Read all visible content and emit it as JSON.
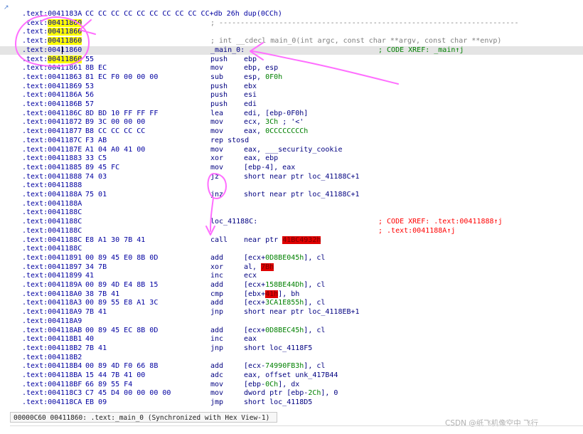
{
  "colors": {
    "annotation": "#ff6eff",
    "highlight": "#ffff00",
    "red_badge": "#e00000"
  },
  "lines": [
    {
      "addr": ".text:0041183A",
      "bytes": "CC CC CC CC CC CC CC CC CC CC+db 26h dup(0CCh)"
    },
    {
      "addr_pre": ".text:",
      "addr_hl": "00411860",
      "cmt": ";",
      "dashes": true
    },
    {
      "addr_pre": ".text:",
      "addr_hl": "00411860"
    },
    {
      "addr_pre": ".text:",
      "addr_hl": "00411860",
      "cmt": "; int __cdecl main_0(int argc, const char **argv, const char **envp)"
    },
    {
      "addr": ".text:00411860",
      "label": "_main_0:",
      "xref": "; CODE XREF: _main↑j",
      "xref_green": true,
      "highlight": true,
      "cursor": true
    },
    {
      "addr_pre": ".text:",
      "addr_hl": "00411860",
      "bytes": "55",
      "mnem": "push",
      "ops": "ebp"
    },
    {
      "addr": ".text:00411861",
      "bytes": "8B EC",
      "mnem": "mov",
      "ops": "ebp, esp"
    },
    {
      "addr": ".text:00411863",
      "bytes": "81 EC F0 00 00 00",
      "mnem": "sub",
      "ops": "esp, ",
      "ops_n": "0F0h"
    },
    {
      "addr": ".text:00411869",
      "bytes": "53",
      "mnem": "push",
      "ops": "ebx"
    },
    {
      "addr": ".text:0041186A",
      "bytes": "56",
      "mnem": "push",
      "ops": "esi"
    },
    {
      "addr": ".text:0041186B",
      "bytes": "57",
      "mnem": "push",
      "ops": "edi"
    },
    {
      "addr": ".text:0041186C",
      "bytes": "8D BD 10 FF FF FF",
      "mnem": "lea",
      "ops": "edi, [ebp-0F0h]"
    },
    {
      "addr": ".text:00411872",
      "bytes": "B9 3C 00 00 00",
      "mnem": "mov",
      "ops": "ecx, ",
      "ops_n": "3Ch",
      "ops_tail": " ; '<'"
    },
    {
      "addr": ".text:00411877",
      "bytes": "B8 CC CC CC CC",
      "mnem": "mov",
      "ops": "eax, ",
      "ops_n": "0CCCCCCCCh"
    },
    {
      "addr": ".text:0041187C",
      "bytes": "F3 AB",
      "mnem": "rep stosd",
      "ops": ""
    },
    {
      "addr": ".text:0041187E",
      "bytes": "A1 04 A0 41 00",
      "mnem": "mov",
      "ops": "eax, ___security_cookie"
    },
    {
      "addr": ".text:00411883",
      "bytes": "33 C5",
      "mnem": "xor",
      "ops": "eax, ebp"
    },
    {
      "addr": ".text:00411885",
      "bytes": "89 45 FC",
      "mnem": "mov",
      "ops": "[ebp-4], eax"
    },
    {
      "addr": ".text:00411888",
      "bytes": "74 03",
      "mnem": "jz",
      "ops": "short near ptr loc_41188C+1"
    },
    {
      "addr": ".text:00411888"
    },
    {
      "addr": ".text:0041188A",
      "bytes": "75 01",
      "mnem": "jnz",
      "ops": "short near ptr loc_41188C+1"
    },
    {
      "addr": ".text:0041188A"
    },
    {
      "addr": ".text:0041188C"
    },
    {
      "addr": ".text:0041188C",
      "label": "loc_41188C:",
      "xref": "; CODE XREF: .text:00411888↑j"
    },
    {
      "addr": ".text:0041188C",
      "xref": "; .text:0041188A↑j"
    },
    {
      "addr": ".text:0041188C",
      "bytes": "E8 A1 30 7B 41",
      "mnem": "call",
      "ops": "near ptr ",
      "ops_r": "41BC4932h"
    },
    {
      "addr": ".text:0041188C"
    },
    {
      "addr": ".text:00411891",
      "bytes": "00 89 45 E0 8B 0D",
      "mnem": "add",
      "ops": "[ecx+",
      "ops_n": "0D8BE045h",
      "ops_tail": "], cl"
    },
    {
      "addr": ".text:00411897",
      "bytes": "34 7B",
      "mnem": "xor",
      "ops": "al, ",
      "ops_r": "7Bh"
    },
    {
      "addr": ".text:00411899",
      "bytes": "41",
      "mnem": "inc",
      "ops": "ecx"
    },
    {
      "addr": ".text:0041189A",
      "bytes": "00 89 4D E4 8B 15",
      "mnem": "add",
      "ops": "[ecx+",
      "ops_n": "158BE44Dh",
      "ops_tail": "], cl"
    },
    {
      "addr": ".text:004118A0",
      "bytes": "38 7B 41",
      "mnem": "cmp",
      "ops": "[ebx+",
      "ops_r": "41h",
      "ops_tail": "], bh"
    },
    {
      "addr": ".text:004118A3",
      "bytes": "00 89 55 E8 A1 3C",
      "mnem": "add",
      "ops": "[ecx+",
      "ops_n": "3CA1E855h",
      "ops_tail": "], cl"
    },
    {
      "addr": ".text:004118A9",
      "bytes": "7B 41",
      "mnem": "jnp",
      "ops": "short near ptr loc_4118EB+1"
    },
    {
      "addr": ".text:004118A9"
    },
    {
      "addr": ".text:004118AB",
      "bytes": "00 89 45 EC 8B 0D",
      "mnem": "add",
      "ops": "[ecx+",
      "ops_n": "0D8BEC45h",
      "ops_tail": "], cl"
    },
    {
      "addr": ".text:004118B1",
      "bytes": "40",
      "mnem": "inc",
      "ops": "eax"
    },
    {
      "addr": ".text:004118B2",
      "bytes": "7B 41",
      "mnem": "jnp",
      "ops": "short loc_4118F5"
    },
    {
      "addr": ".text:004118B2"
    },
    {
      "addr": ".text:004118B4",
      "bytes": "00 89 4D F0 66 8B",
      "mnem": "add",
      "ops": "[ecx-",
      "ops_n": "74990FB3h",
      "ops_tail": "], cl"
    },
    {
      "addr": ".text:004118BA",
      "bytes": "15 44 7B 41 00",
      "mnem": "adc",
      "ops": "eax, offset unk_417B44"
    },
    {
      "addr": ".text:004118BF",
      "bytes": "66 89 55 F4",
      "mnem": "mov",
      "ops": "[ebp-",
      "ops_n": "0Ch",
      "ops_tail": "], dx"
    },
    {
      "addr": ".text:004118C3",
      "bytes": "C7 45 D4 00 00 00 00",
      "mnem": "mov",
      "ops": "dword ptr [ebp-",
      "ops_n": "2Ch",
      "ops_tail": "], 0"
    },
    {
      "addr": ".text:004118CA",
      "bytes": "EB 09",
      "mnem": "jmp",
      "ops": "short loc_4118D5"
    }
  ],
  "status": {
    "text": "00000C60 00411860: .text:_main_0 (Synchronized with Hex View-1)"
  },
  "watermark": "CSDN @纸飞机像空中 飞行"
}
